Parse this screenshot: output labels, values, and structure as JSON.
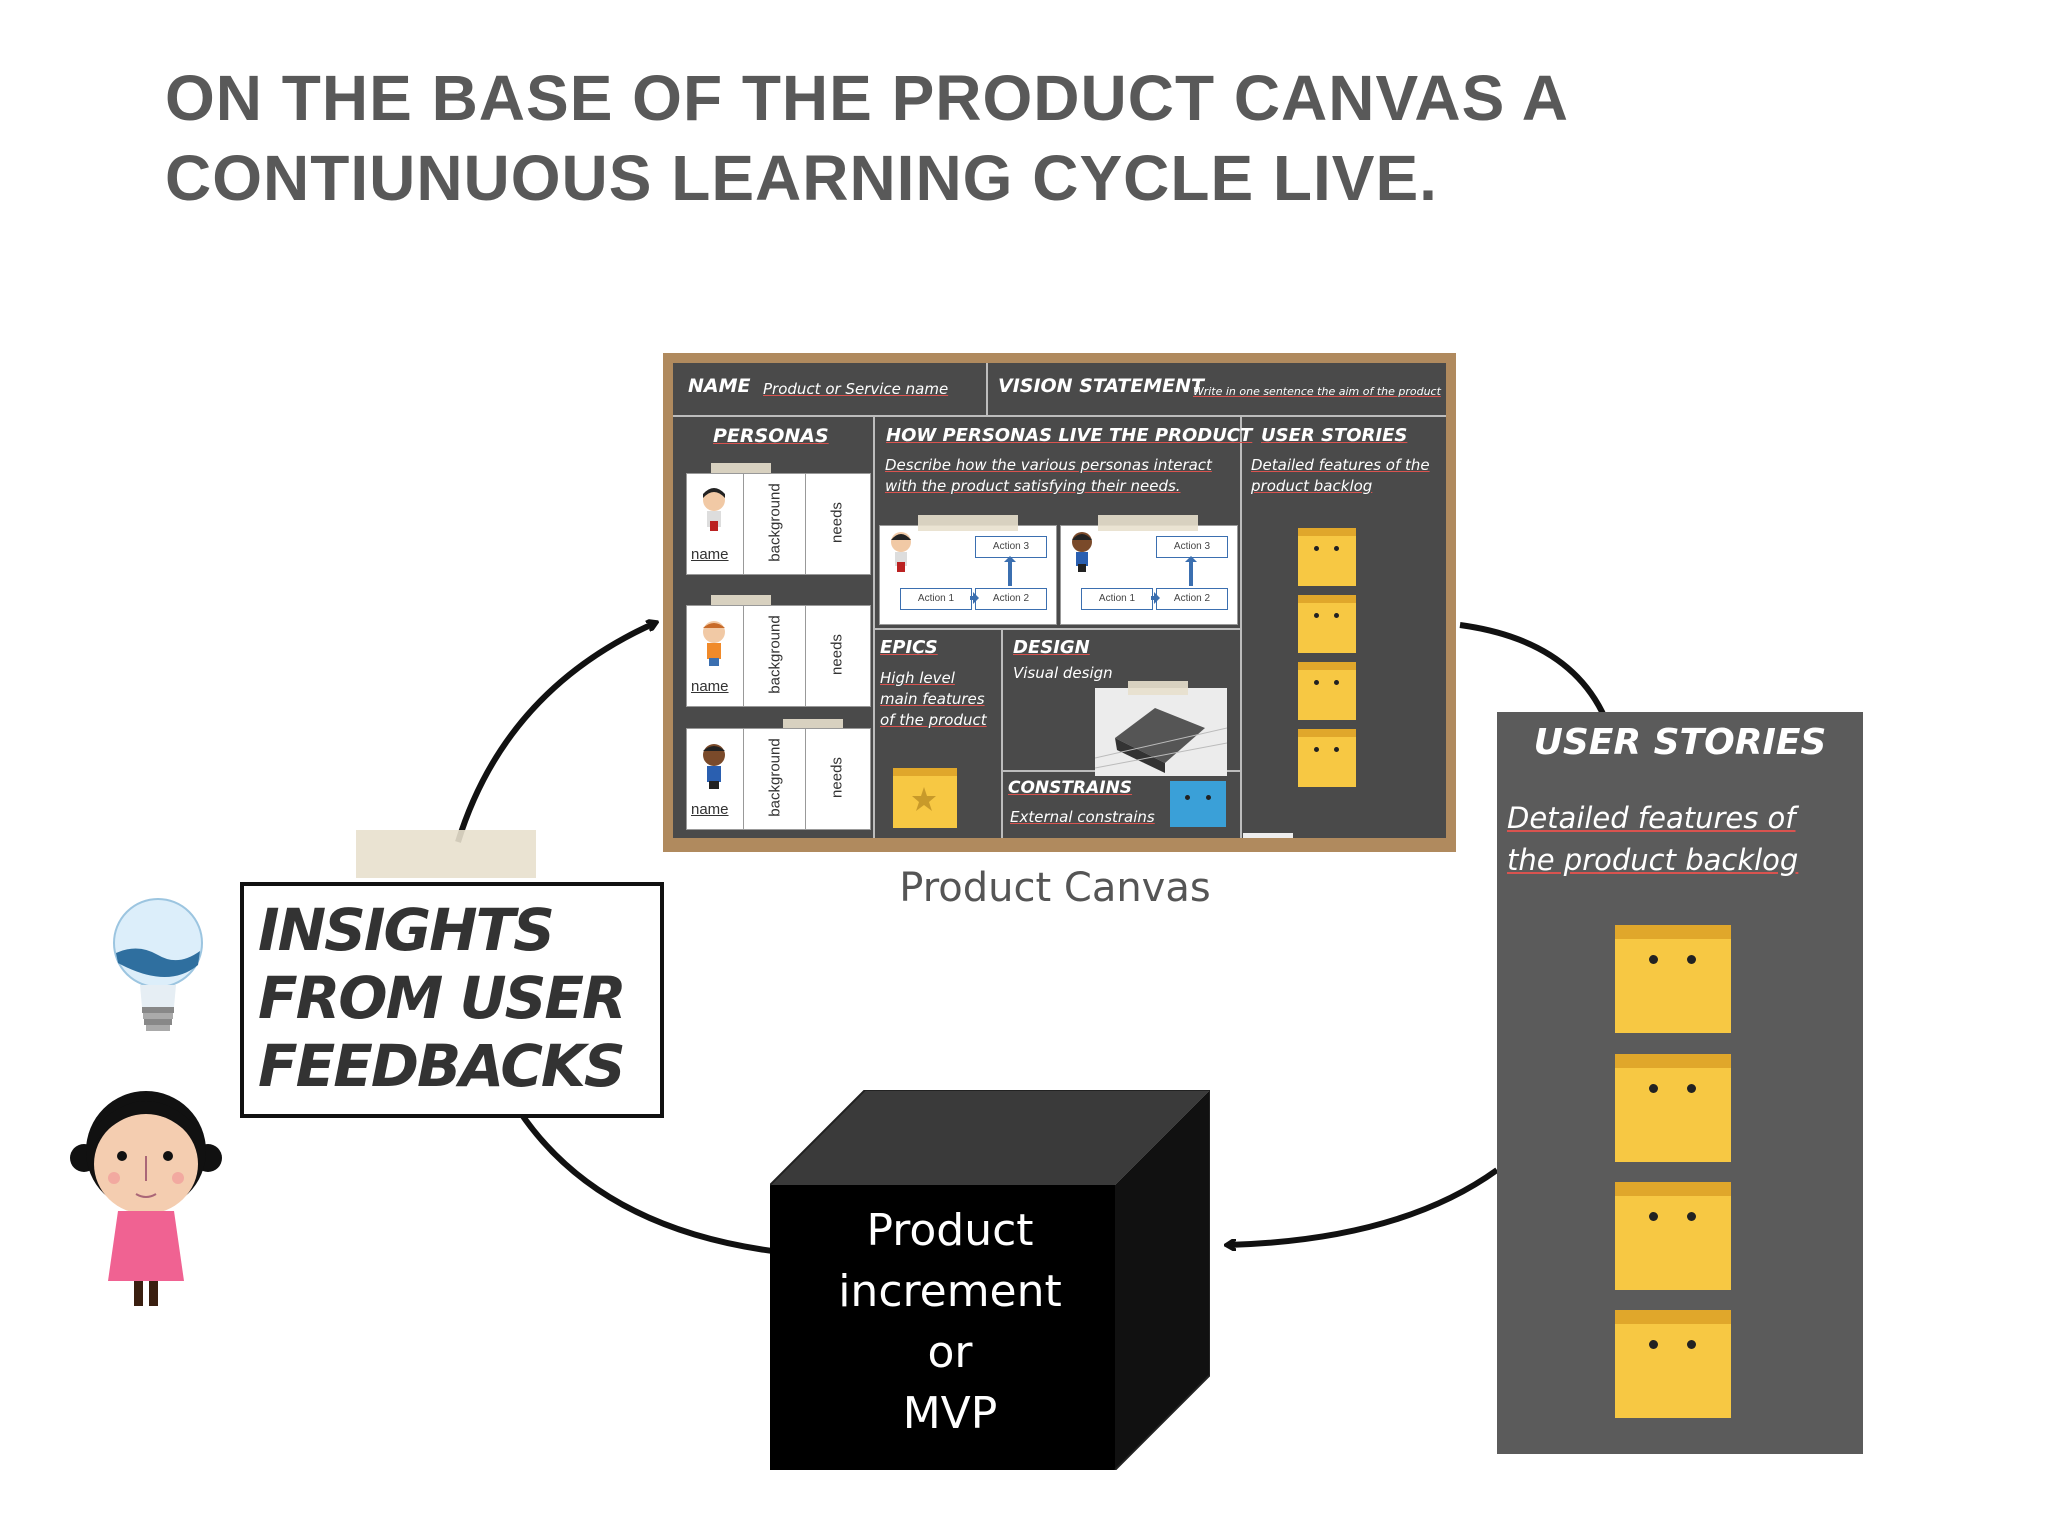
{
  "title": {
    "line1": "ON THE BASE OF THE PRODUCT CANVAS A",
    "line2": "CONTIUNUOUS LEARNING CYCLE LIVE."
  },
  "product_canvas": {
    "caption": "Product Canvas",
    "name_label": "NAME",
    "name_value": "Product or Service name",
    "vision_label": "VISION STATEMENT",
    "vision_value": "Write in one sentence the aim of the product",
    "personas_label": "PERSONAS",
    "persona_name": "name",
    "persona_background": "background",
    "persona_needs": "needs",
    "how_label": "HOW PERSONAS LIVE THE PRODUCT",
    "how_desc": "Describe how the various personas interact with the product satisfying their needs.",
    "actions": [
      "Action 1",
      "Action 2",
      "Action 3"
    ],
    "user_stories_label": "USER STORIES",
    "user_stories_desc": "Detailed features of the product backlog",
    "epics_label": "EPICS",
    "epics_desc": "High level main features of the product",
    "design_label": "DESIGN",
    "design_desc": "Visual design",
    "constrains_label": "CONSTRAINS",
    "constrains_desc": "External constrains"
  },
  "user_stories_panel": {
    "title": "USER STORIES",
    "desc": "Detailed features of the product backlog"
  },
  "insights": {
    "text": "INSIGHTS FROM USER FEEDBACKS"
  },
  "mvp": {
    "line1": "Product",
    "line2": "increment",
    "line3": "or",
    "line4": "MVP"
  },
  "colors": {
    "title": "#595959",
    "board_frame": "#b08a5e",
    "board": "#4a4a4a",
    "panel": "#5b5b5b",
    "sticky": "#f7c843",
    "mvp_box": "#000000"
  }
}
